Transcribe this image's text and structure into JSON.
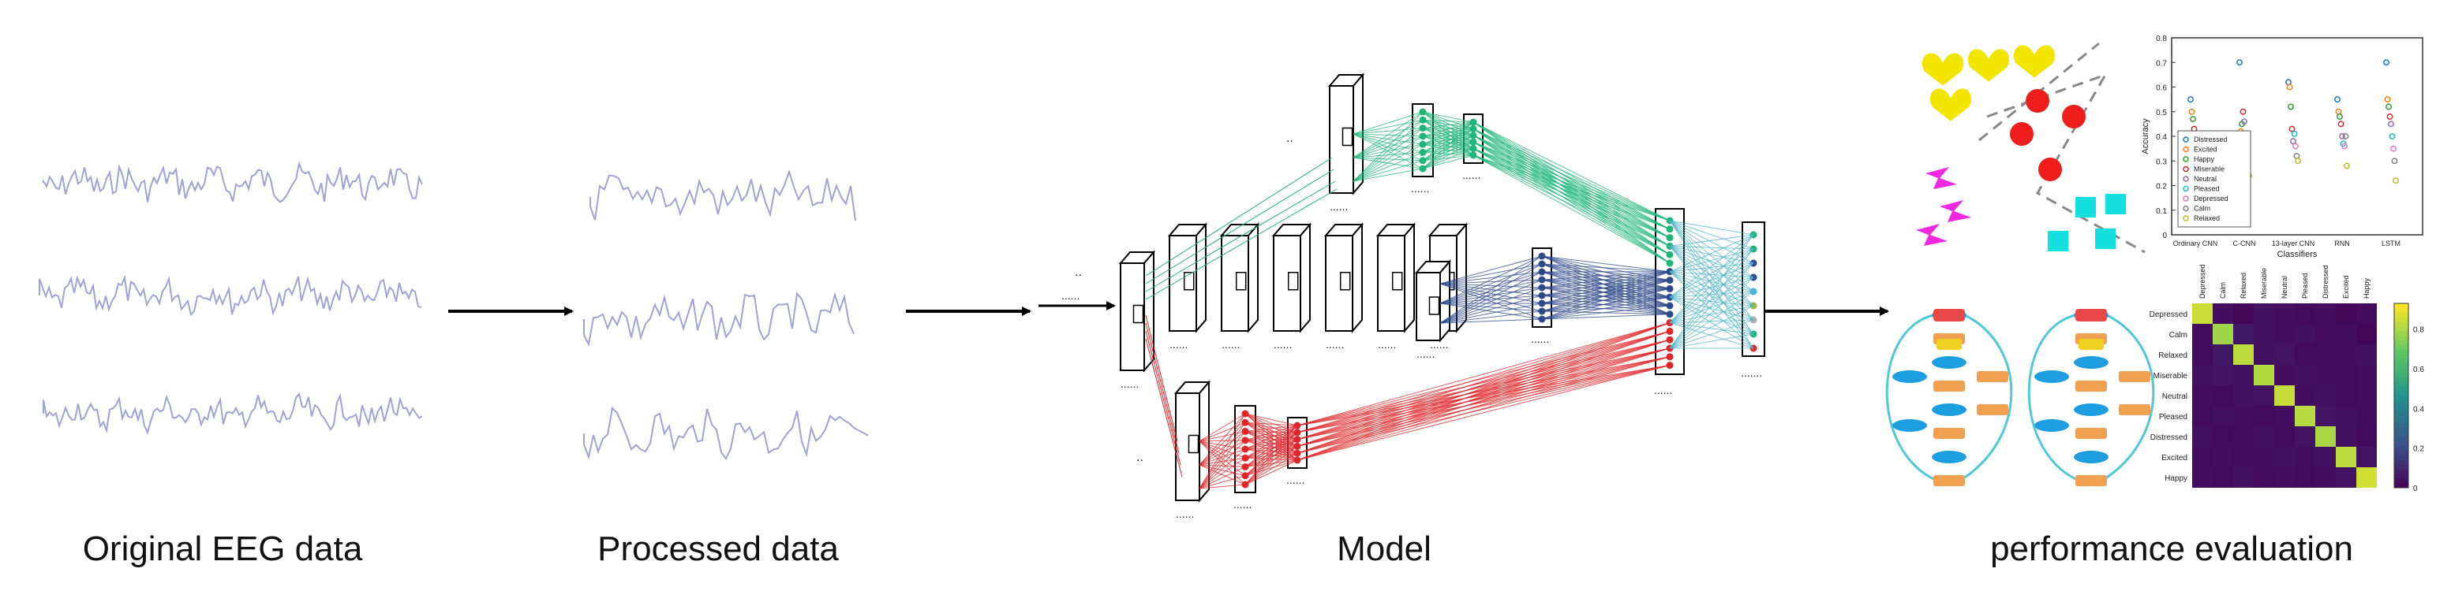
{
  "stages": {
    "original": "Original EEG data",
    "processed": "Processed data",
    "model": "Model",
    "evaluation": "performance evaluation"
  },
  "scatter": {
    "ylabel": "Accuracy",
    "xlabel": "Classifiers",
    "yticks": [
      "0",
      "0.1",
      "0.2",
      "0.3",
      "0.4",
      "0.5",
      "0.6",
      "0.7",
      "0.8"
    ],
    "xticks": [
      "Ordinary CNN",
      "C-CNN",
      "13-layer CNN",
      "RNN",
      "LSTM"
    ],
    "legend": [
      "Distressed",
      "Excited",
      "Happy",
      "Miserable",
      "Neutral",
      "Pleased",
      "Depressed",
      "Calm",
      "Relaxed"
    ]
  },
  "confusion": {
    "labels": [
      "Depressed",
      "Calm",
      "Relaxed",
      "Miserable",
      "Neutral",
      "Pleased",
      "Distressed",
      "Excited",
      "Happy"
    ],
    "colorbar_ticks": [
      "0",
      "0.2",
      "0.4",
      "0.6",
      "0.8"
    ]
  },
  "colors": {
    "eeg_trace": "#9fa3d6",
    "arrow": "#000000",
    "branch_top": "#1fb67a",
    "branch_middle": "#2d4a8a",
    "branch_bottom": "#e0262a"
  }
}
